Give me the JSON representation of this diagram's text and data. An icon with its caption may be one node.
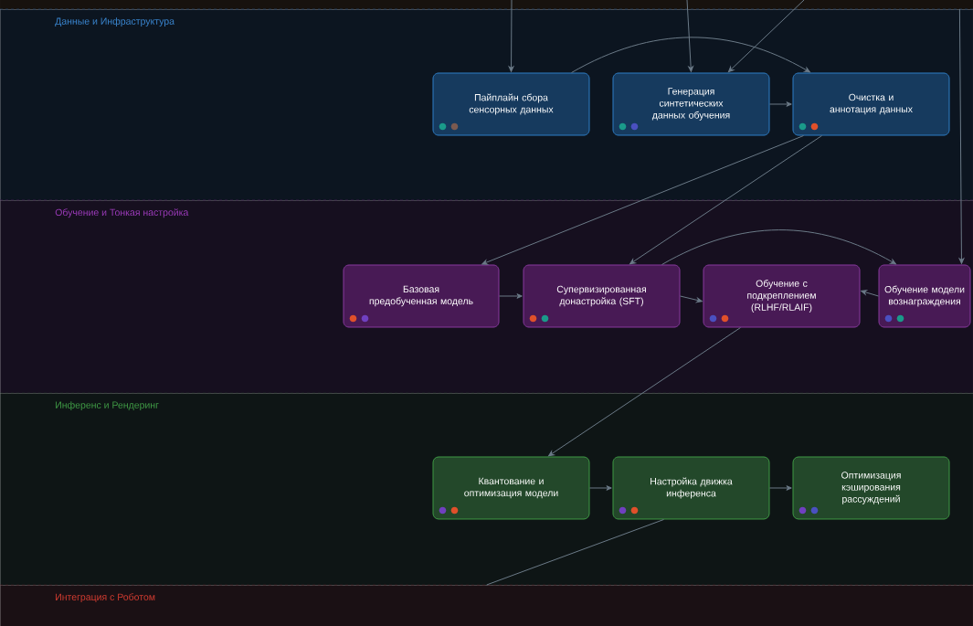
{
  "diagram": {
    "nodes": [
      {
        "text": [
          "Данные и Инфраструктура"
        ]
      },
      {
        "text": [
          "Пайплайн сбора сенсорных данных"
        ],
        "in": 0
      },
      {
        "text": [
          "Генерация синтетических данных обучения"
        ],
        "in": 0
      },
      {
        "text": [
          "Очистка и аннотация данных"
        ],
        "in": 0
      },
      {
        "text": [
          "Обучение и Тонкая настройка"
        ]
      },
      {
        "text": [
          "Базовая предобученная модель"
        ],
        "in": 4
      },
      {
        "text": [
          "Супервизированная донастройка (SFT)"
        ],
        "in": 4
      },
      {
        "text": [
          "Обучение с подкреплением (RLHF/RLAIF)"
        ],
        "in": 4
      },
      {
        "text": [
          "Обучение модели вознаграждения"
        ],
        "in": 4
      },
      {
        "text": [
          "Инференс и Рендеринг"
        ]
      },
      {
        "text": [
          "Квантование и оптимизация модели"
        ],
        "in": 9
      },
      {
        "text": [
          "Настройка движка инференса"
        ],
        "in": 9
      },
      {
        "text": [
          "Оптимизация кэширования рассуждений"
        ],
        "in": 9
      },
      {
        "text": [
          "Интеграция с Роботом"
        ]
      }
    ],
    "edges": [
      {
        "from": null,
        "to": 1,
        "arrow": "to"
      },
      {
        "from": null,
        "to": 2,
        "arrow": "to"
      },
      {
        "from": null,
        "to": 2,
        "arrow": "to"
      },
      {
        "from": 0,
        "to": 8,
        "arrow": "to"
      },
      {
        "from": 1,
        "to": 3,
        "arrow": "to"
      },
      {
        "from": 2,
        "to": 3,
        "arrow": "to"
      },
      {
        "from": 3,
        "to": 5,
        "arrow": "to"
      },
      {
        "from": 3,
        "to": 6,
        "arrow": "to"
      },
      {
        "from": 5,
        "to": 6,
        "arrow": "to"
      },
      {
        "from": 6,
        "to": 8,
        "arrow": "to"
      },
      {
        "from": 6,
        "to": 7,
        "arrow": "to"
      },
      {
        "from": 8,
        "to": 7,
        "arrow": "to"
      },
      {
        "from": 7,
        "to": 10,
        "arrow": "to"
      },
      {
        "from": 10,
        "to": 11,
        "arrow": "to"
      },
      {
        "from": 11,
        "to": 12,
        "arrow": "to"
      },
      {
        "from": 11,
        "to": 13,
        "arrow": "none"
      }
    ]
  }
}
